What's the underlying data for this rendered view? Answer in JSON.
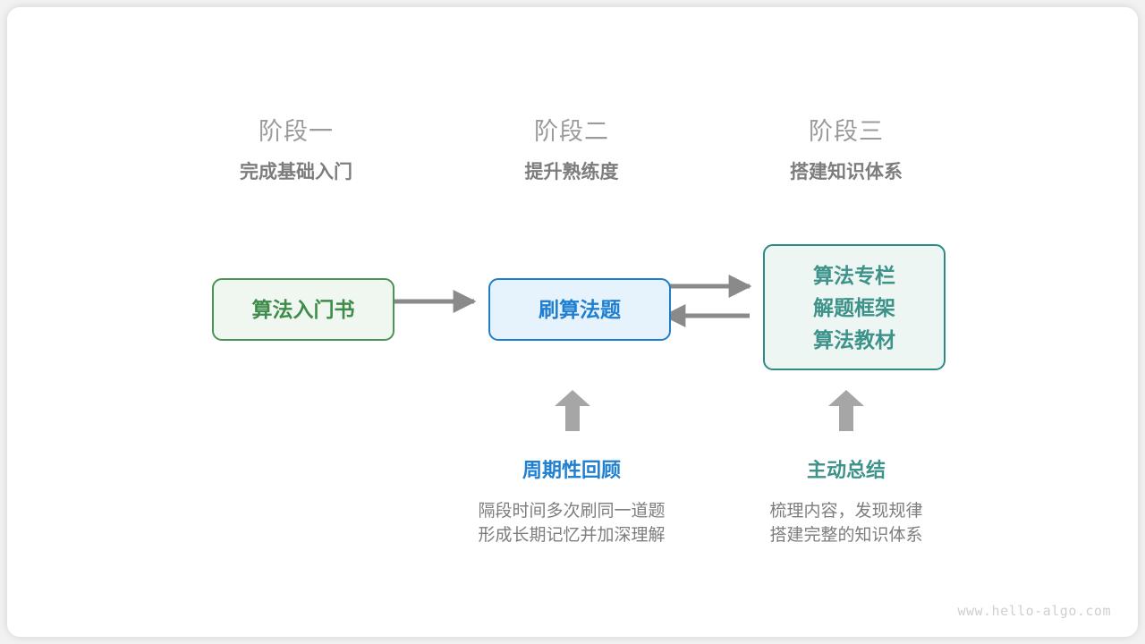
{
  "stages": [
    {
      "name": "阶段一",
      "goal": "完成基础入门"
    },
    {
      "name": "阶段二",
      "goal": "提升熟练度"
    },
    {
      "name": "阶段三",
      "goal": "搭建知识体系"
    }
  ],
  "nodes": {
    "book": {
      "label": "算法入门书",
      "color": "#3d8c4a",
      "border": "#4a9455",
      "fill": "#f0f7f0"
    },
    "practice": {
      "label": "刷算法题",
      "color": "#1f7fd0",
      "border": "#1e7ecd",
      "fill": "#e7f3fc"
    },
    "resources": {
      "line1": "算法专栏",
      "line2": "解题框架",
      "line3": "算法教材",
      "color": "#3d9289",
      "border": "#2e8b84",
      "fill": "#eef6f4"
    }
  },
  "annotations": [
    {
      "title": "周期性回顾",
      "desc1": "隔段时间多次刷同一道题",
      "desc2": "形成长期记忆并加深理解",
      "color": "#1f7fd0"
    },
    {
      "title": "主动总结",
      "desc1": "梳理内容，发现规律",
      "desc2": "搭建完整的知识体系",
      "color": "#3d9289"
    }
  ],
  "arrow_color": "#8a8a8a",
  "watermark": "www.hello-algo.com"
}
